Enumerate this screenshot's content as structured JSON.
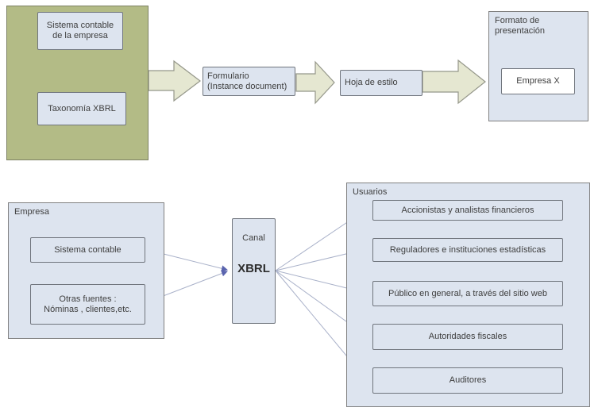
{
  "colors": {
    "bg": "#ffffff",
    "green_fill": "#b3bb86",
    "green_border": "#7d8164",
    "panel_fill": "#dde4ef",
    "panel_border": "#808080",
    "inner_border": "#70757d",
    "white_fill": "#ffffff",
    "arrow_fill": "#e5e7d1",
    "arrow_border": "#95978a",
    "line": "#a9b1c9",
    "arrowhead": "#5a64ae",
    "text": "#3e3e3e"
  },
  "top_flow": {
    "accounting_group": {
      "system_label": "Sistema contable\nde la empresa",
      "taxonomy_label": "Taxonomía XBRL"
    },
    "instance_label": "Formulario\n(Instance document)",
    "stylesheet_label": "Hoja de estilo",
    "presentation": {
      "label": "Formato de\npresentación",
      "company_label": "Empresa X"
    }
  },
  "bottom_flow": {
    "company": {
      "label": "Empresa",
      "accounting_label": "Sistema contable",
      "other_sources_label": "Otras fuentes :\nNóminas , clientes,etc."
    },
    "channel": {
      "label": "Canal",
      "name": "XBRL"
    },
    "users": {
      "label": "Usuarios",
      "items": [
        "Accionistas y analistas financieros",
        "Reguladores e instituciones estadísticas",
        "Público en general, a través del sitio web",
        "Autoridades fiscales",
        "Auditores"
      ]
    }
  }
}
